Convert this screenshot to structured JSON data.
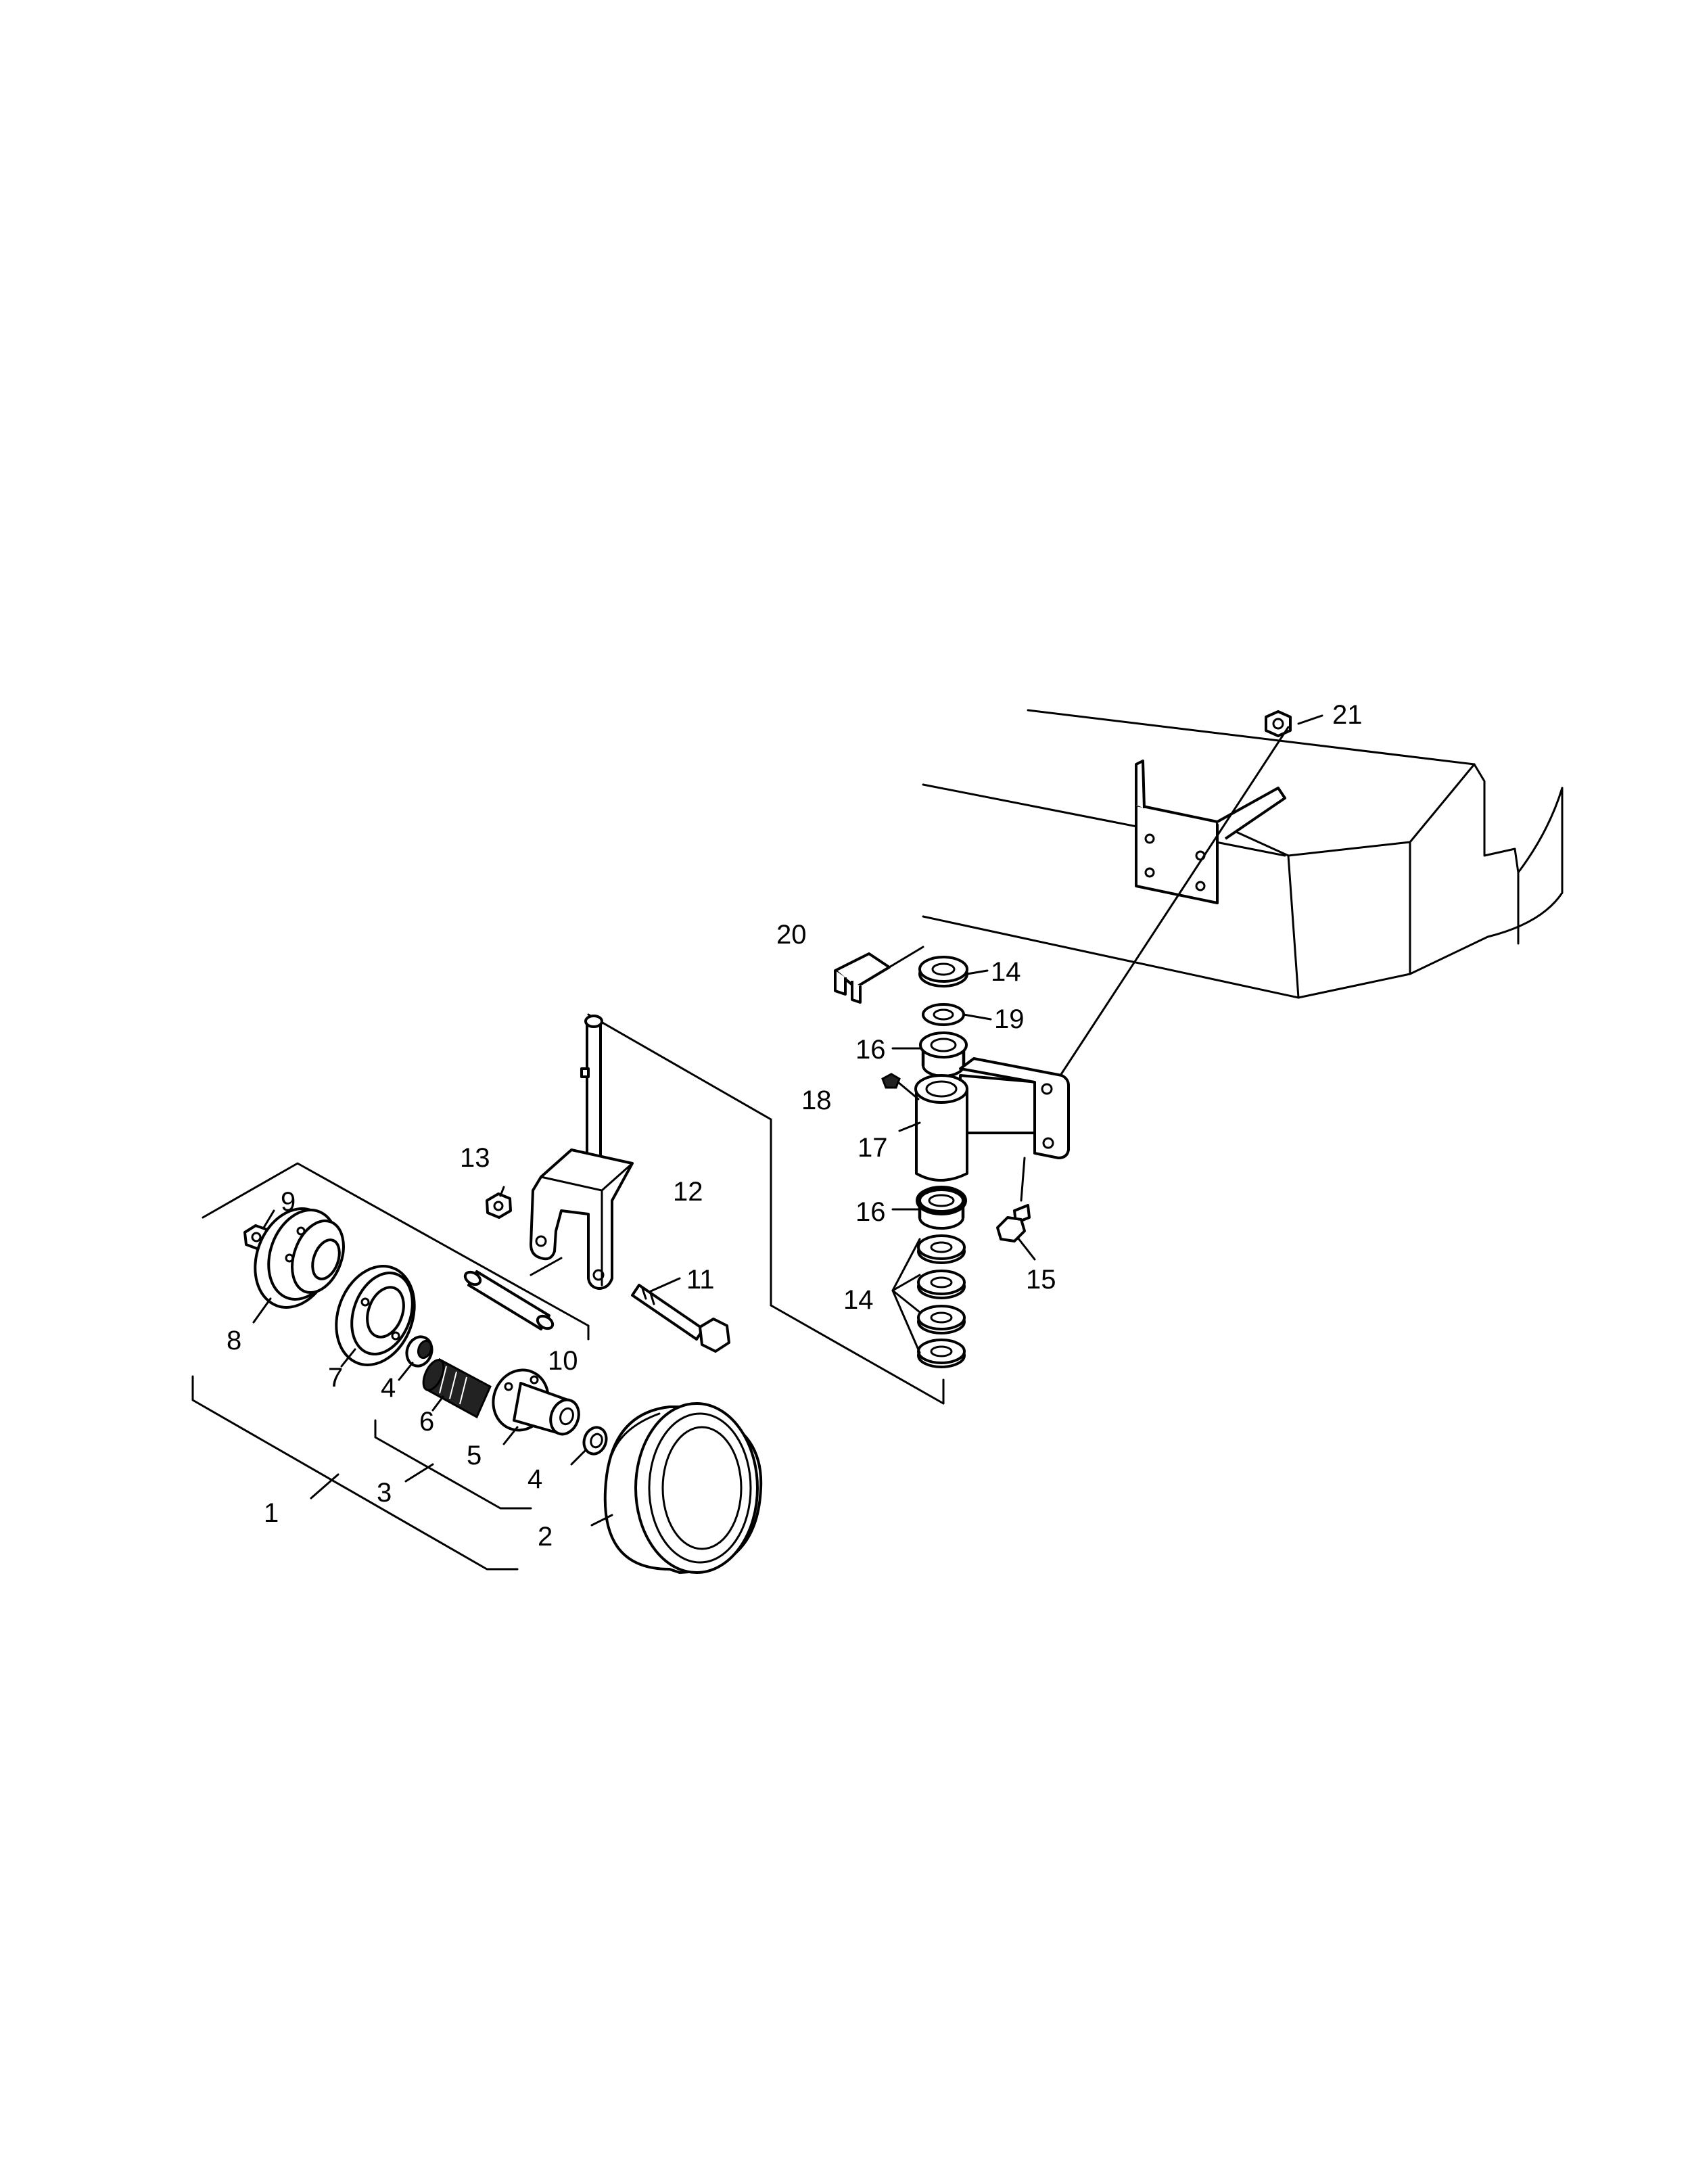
{
  "callouts": [
    {
      "id": "c1",
      "text": "1"
    },
    {
      "id": "c2",
      "text": "2"
    },
    {
      "id": "c3",
      "text": "3"
    },
    {
      "id": "c4a",
      "text": "4"
    },
    {
      "id": "c4b",
      "text": "4"
    },
    {
      "id": "c5",
      "text": "5"
    },
    {
      "id": "c6",
      "text": "6"
    },
    {
      "id": "c7",
      "text": "7"
    },
    {
      "id": "c8",
      "text": "8"
    },
    {
      "id": "c9",
      "text": "9"
    },
    {
      "id": "c10",
      "text": "10"
    },
    {
      "id": "c11",
      "text": "11"
    },
    {
      "id": "c12",
      "text": "12"
    },
    {
      "id": "c13",
      "text": "13"
    },
    {
      "id": "c14a",
      "text": "14"
    },
    {
      "id": "c14b",
      "text": "14"
    },
    {
      "id": "c15",
      "text": "15"
    },
    {
      "id": "c16a",
      "text": "16"
    },
    {
      "id": "c16b",
      "text": "16"
    },
    {
      "id": "c17",
      "text": "17"
    },
    {
      "id": "c18",
      "text": "18"
    },
    {
      "id": "c19",
      "text": "19"
    },
    {
      "id": "c20",
      "text": "20"
    },
    {
      "id": "c21",
      "text": "21"
    }
  ]
}
